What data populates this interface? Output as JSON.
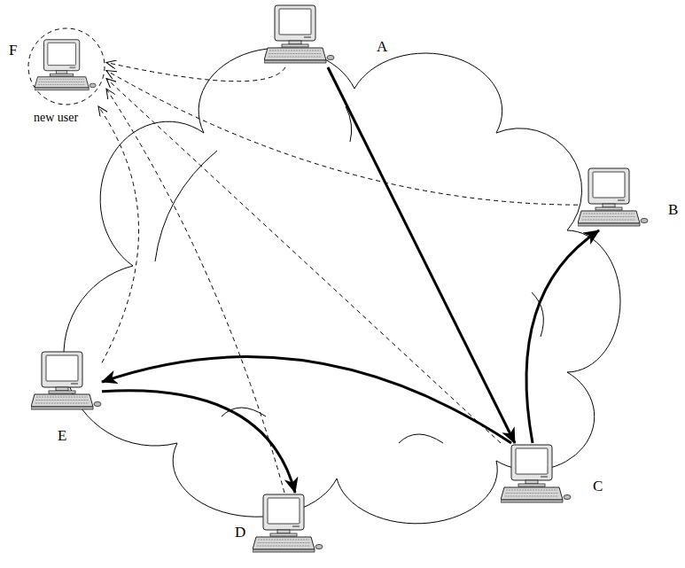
{
  "diagram": {
    "nodes": [
      {
        "text": [
          "A"
        ]
      },
      {
        "text": [
          "B"
        ]
      },
      {
        "text": [
          "C"
        ]
      },
      {
        "text": [
          "D"
        ]
      },
      {
        "text": [
          "E"
        ]
      },
      {
        "text": [
          "F",
          "new user"
        ]
      }
    ],
    "edges": [
      {
        "from": 0,
        "to": 2,
        "arrow": "to"
      },
      {
        "from": 2,
        "to": 1,
        "arrow": "to"
      },
      {
        "from": 2,
        "to": 4,
        "arrow": "to"
      },
      {
        "from": 4,
        "to": 3,
        "arrow": "to"
      },
      {
        "from": 0,
        "to": 5,
        "arrow": "to"
      },
      {
        "from": 1,
        "to": 5,
        "arrow": "to"
      },
      {
        "from": 2,
        "to": 5,
        "arrow": "to"
      },
      {
        "from": 3,
        "to": 5,
        "arrow": "to"
      },
      {
        "from": 4,
        "to": 5,
        "arrow": "to"
      }
    ]
  }
}
